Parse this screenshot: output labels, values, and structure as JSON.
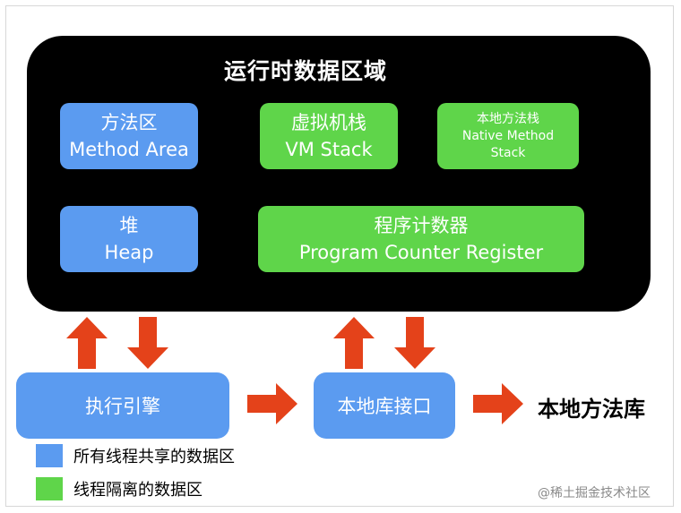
{
  "runtime_area": {
    "title": "运行时数据区域"
  },
  "regions": {
    "method_area": {
      "zh": "方法区",
      "en": "Method Area"
    },
    "vm_stack": {
      "zh": "虚拟机栈",
      "en": "VM Stack"
    },
    "native_stack": {
      "zh": "本地方法栈",
      "en_line1": "Native Method",
      "en_line2": "Stack"
    },
    "heap": {
      "zh": "堆",
      "en": "Heap"
    },
    "pc_register": {
      "zh": "程序计数器",
      "en": "Program Counter Register"
    }
  },
  "components": {
    "execution_engine": "执行引擎",
    "native_interface": "本地库接口",
    "native_library": "本地方法库"
  },
  "legend": {
    "shared": {
      "label": "所有线程共享的数据区",
      "color": "#5b9bf0"
    },
    "isolated": {
      "label": "线程隔离的数据区",
      "color": "#5fd54a"
    }
  },
  "colors": {
    "arrow": "#e4421a",
    "runtime_bg": "#000000"
  },
  "watermark": "@稀土掘金技术社区"
}
